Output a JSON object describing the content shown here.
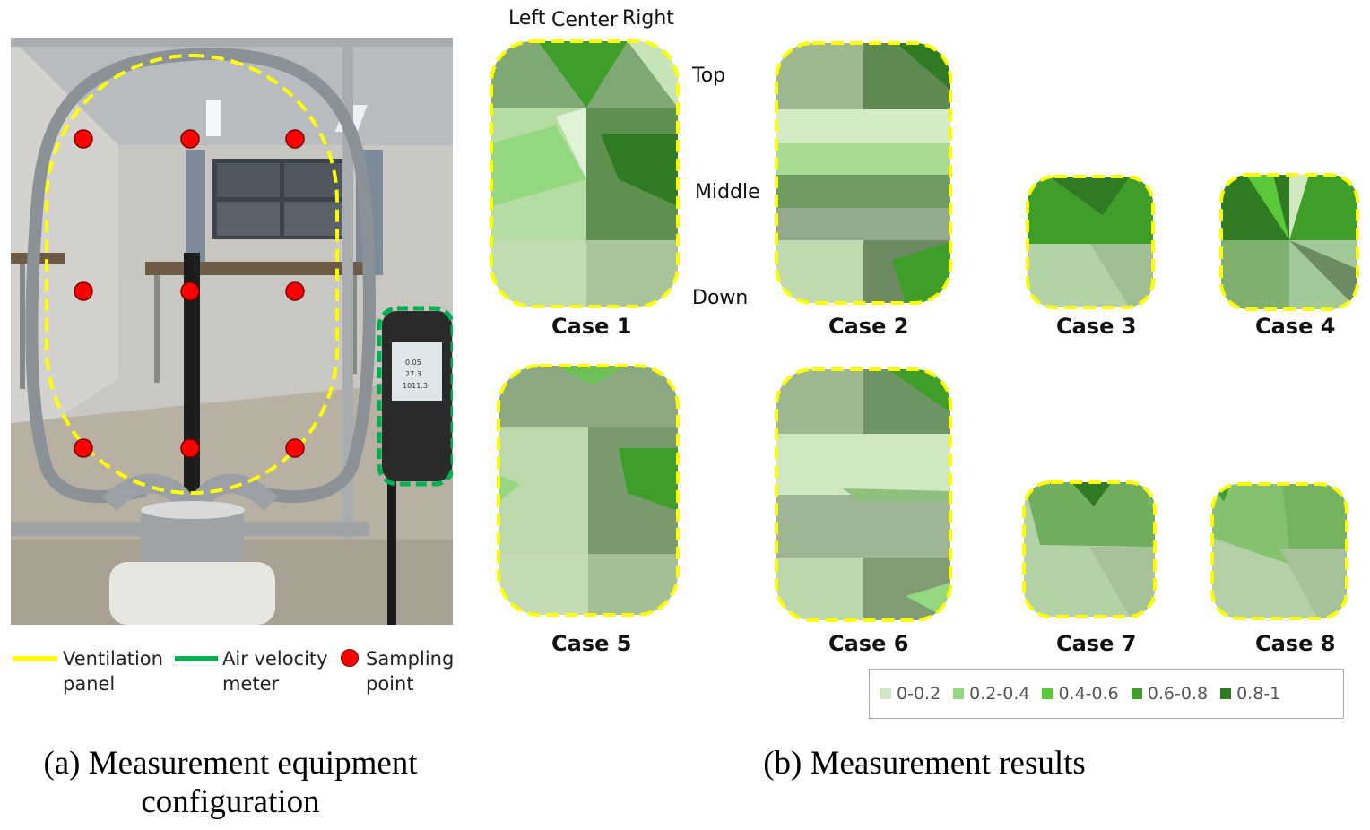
{
  "legend_a": {
    "items": [
      {
        "line1": "Ventilation",
        "line2": "panel",
        "color": "#ffff00"
      },
      {
        "line1": "Air velocity",
        "line2": "meter",
        "color": "#00b050"
      },
      {
        "line1": "Sampling",
        "line2": "point",
        "color": "#ff0000"
      }
    ]
  },
  "axes": {
    "left": "Left",
    "center": "Center",
    "right": "Right",
    "top": "Top",
    "middle": "Middle",
    "down": "Down"
  },
  "cases": [
    {
      "label": "Case 1"
    },
    {
      "label": "Case 2"
    },
    {
      "label": "Case 3"
    },
    {
      "label": "Case 4"
    },
    {
      "label": "Case 5"
    },
    {
      "label": "Case 6"
    },
    {
      "label": "Case 7"
    },
    {
      "label": "Case 8"
    }
  ],
  "scale": [
    {
      "label": "0-0.2",
      "color": "#cfe8c2"
    },
    {
      "label": "0.2-0.4",
      "color": "#93d77e"
    },
    {
      "label": "0.4-0.6",
      "color": "#5bc83a"
    },
    {
      "label": "0.6-0.8",
      "color": "#3f9e2a"
    },
    {
      "label": "0.8-1",
      "color": "#2f7a22"
    }
  ],
  "captions": {
    "a_line1": "(a) Measurement equipment",
    "a_line2": "configuration",
    "b": "(b) Measurement results"
  },
  "colors": {
    "panel_outline": "#ffff00",
    "meter_outline": "#00b050",
    "sampling_point": "#ff0000"
  }
}
